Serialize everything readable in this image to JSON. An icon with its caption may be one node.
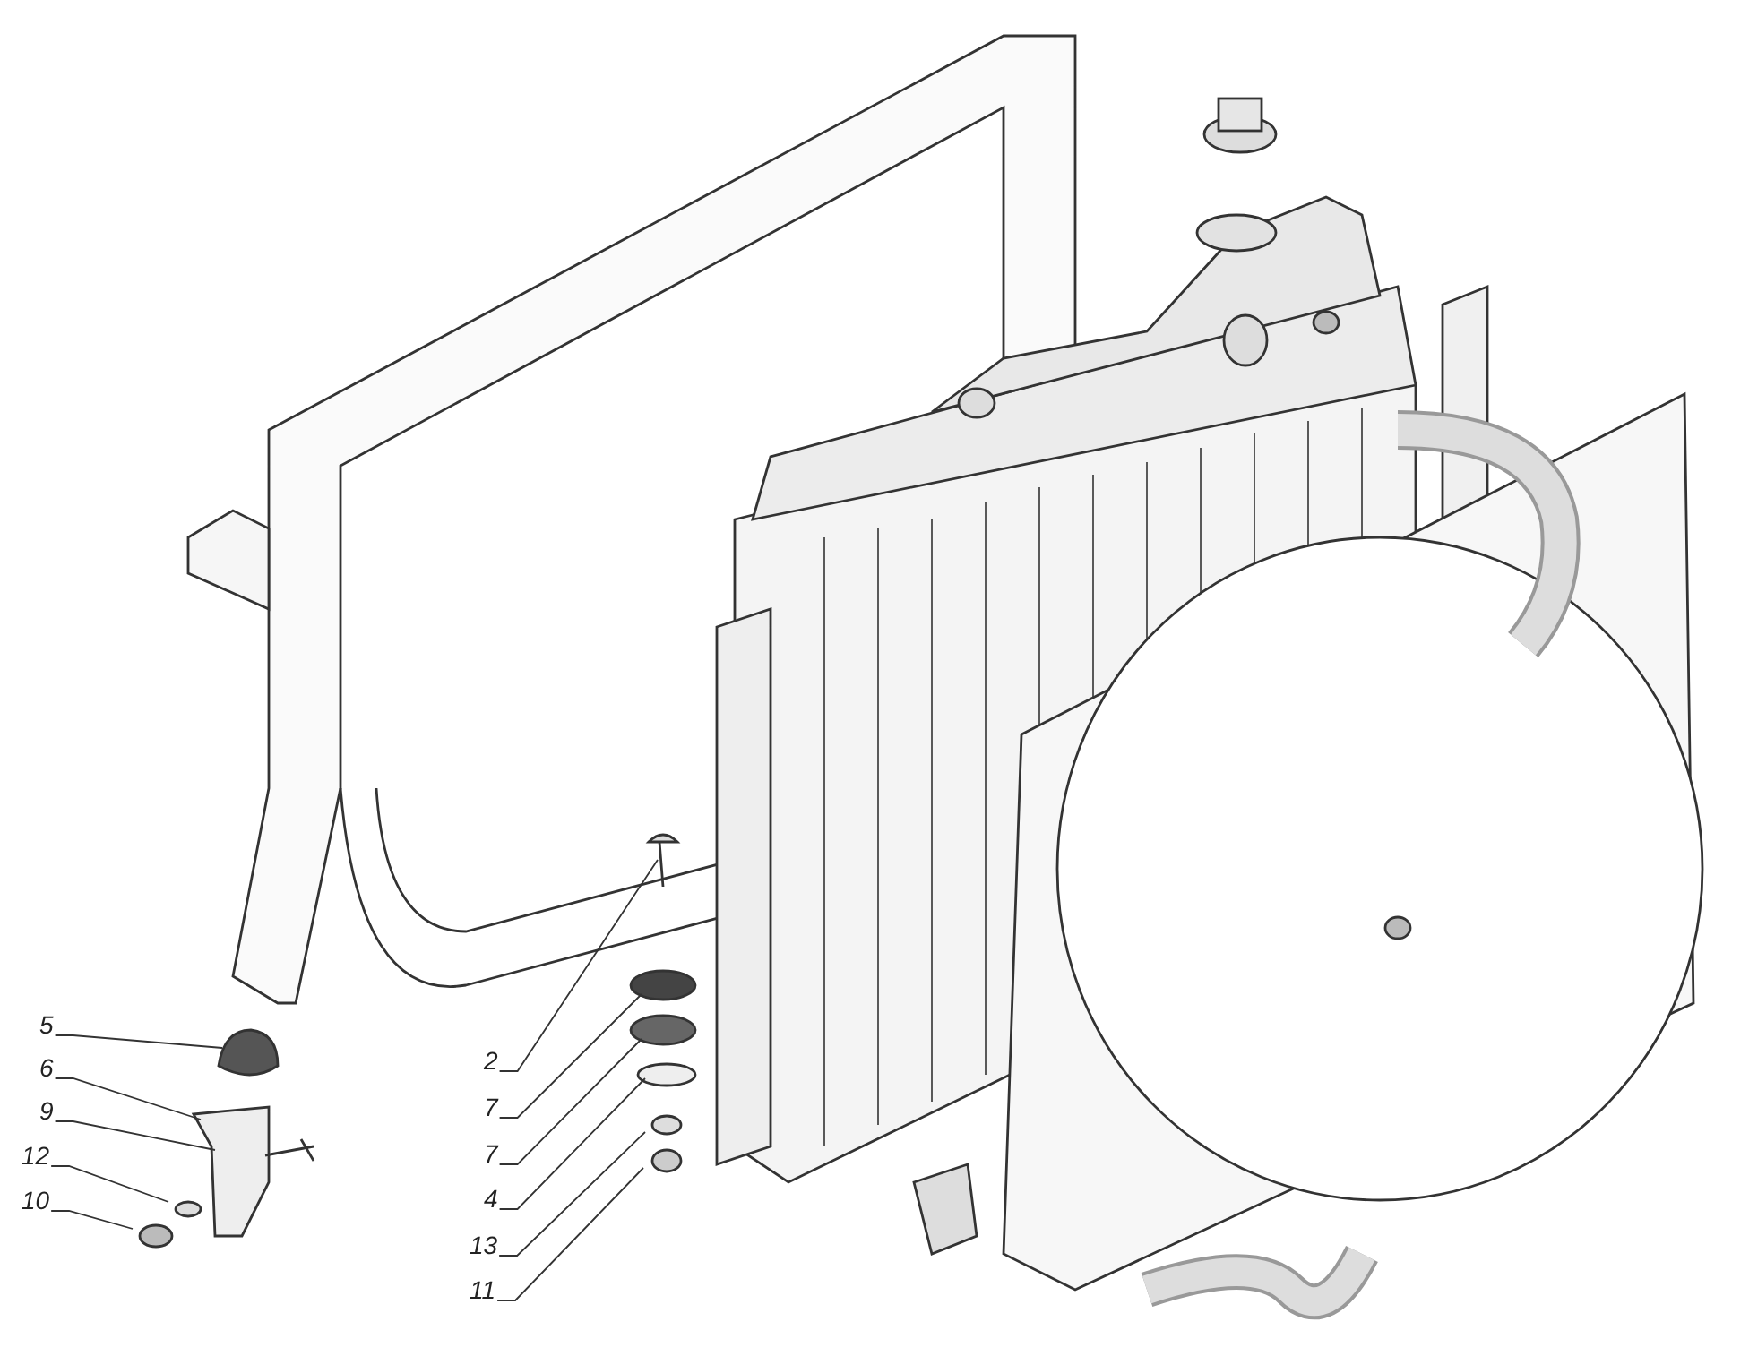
{
  "diagram": {
    "nodes": [
      {
        "text": [
          "5"
        ]
      },
      {
        "text": [
          "6"
        ]
      },
      {
        "text": [
          "9"
        ]
      },
      {
        "text": [
          "12"
        ]
      },
      {
        "text": [
          "10"
        ]
      },
      {
        "text": [
          "2"
        ]
      },
      {
        "text": [
          "7"
        ]
      },
      {
        "text": [
          "7"
        ]
      },
      {
        "text": [
          "4"
        ]
      },
      {
        "text": [
          "13"
        ]
      },
      {
        "text": [
          "11"
        ]
      }
    ],
    "edges": [
      {
        "from": 0,
        "to": null,
        "arrow": "none"
      },
      {
        "from": 1,
        "to": null,
        "arrow": "none"
      },
      {
        "from": 2,
        "to": null,
        "arrow": "none"
      },
      {
        "from": 3,
        "to": null,
        "arrow": "none"
      },
      {
        "from": 4,
        "to": null,
        "arrow": "none"
      },
      {
        "from": 5,
        "to": null,
        "arrow": "none"
      },
      {
        "from": 6,
        "to": null,
        "arrow": "none"
      },
      {
        "from": 7,
        "to": null,
        "arrow": "none"
      },
      {
        "from": 8,
        "to": null,
        "arrow": "none"
      },
      {
        "from": 9,
        "to": null,
        "arrow": "none"
      },
      {
        "from": 10,
        "to": null,
        "arrow": "none"
      }
    ]
  }
}
